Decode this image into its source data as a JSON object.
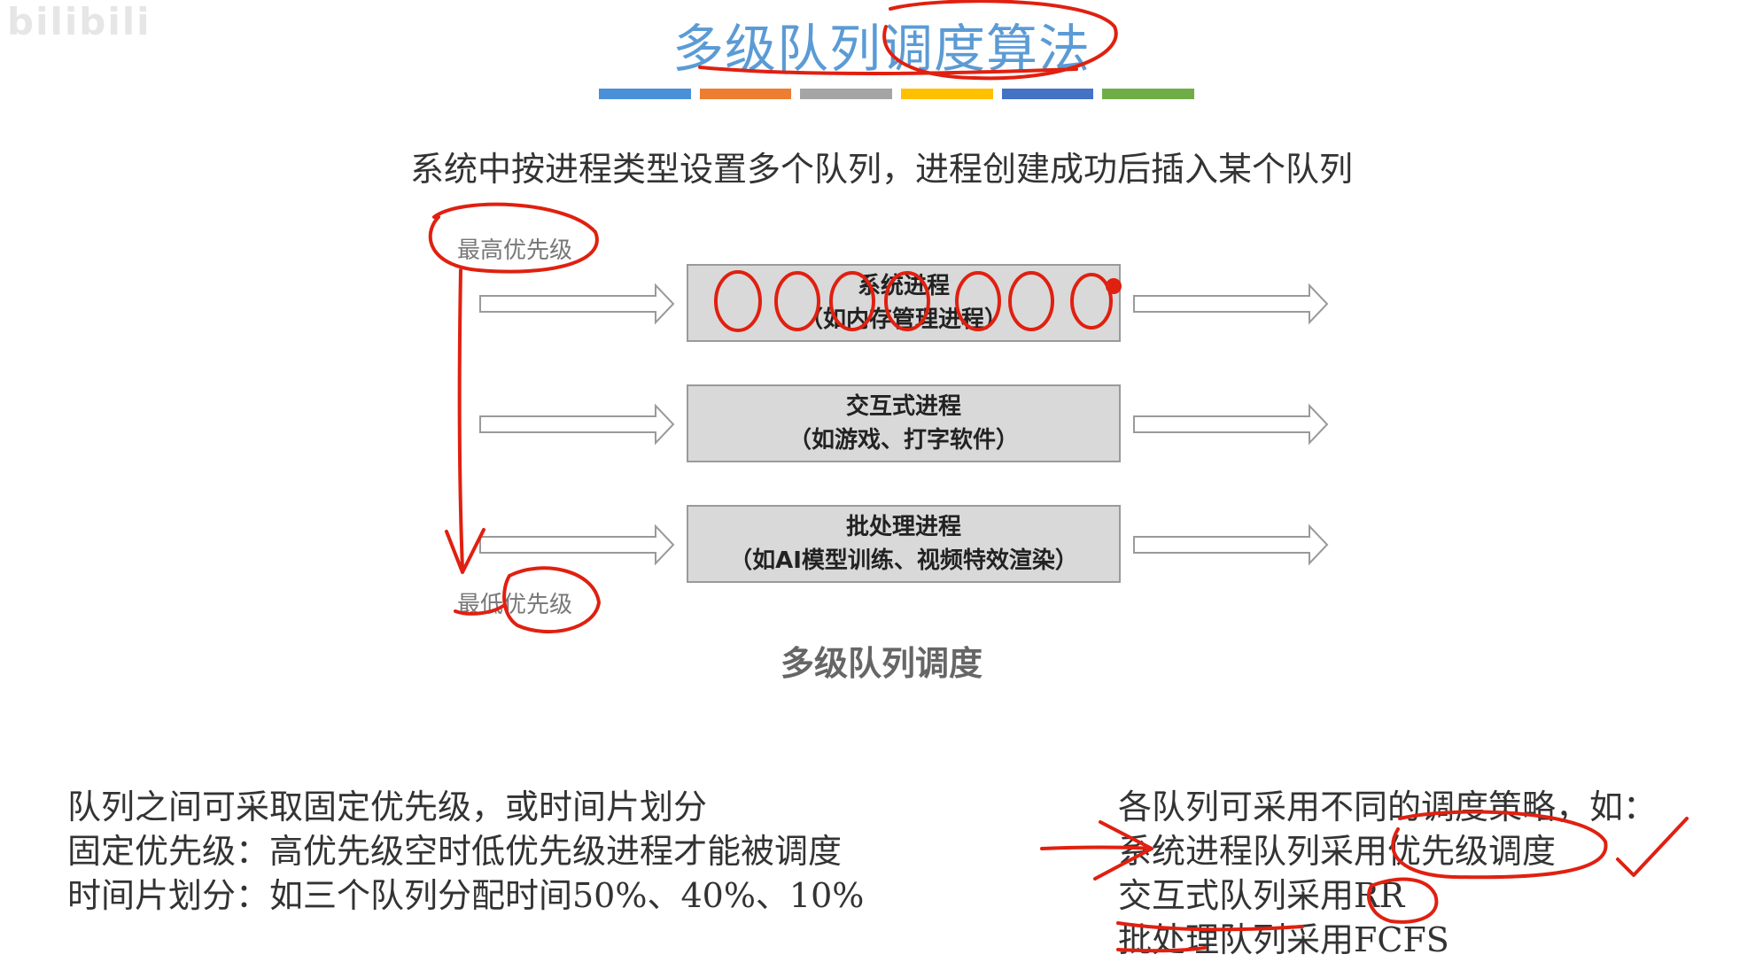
{
  "watermark": "bilibili",
  "title": "多级队列调度算法",
  "color_bar": [
    "#4a90d9",
    "#ed7d31",
    "#a5a5a5",
    "#ffc000",
    "#4472c4",
    "#70ad47"
  ],
  "subtitle": "系统中按进程类型设置多个队列，进程创建成功后插入某个队列",
  "diagram": {
    "highest_priority": "最高优先级",
    "lowest_priority": "最低优先级",
    "queues": [
      {
        "line1": "系统进程",
        "line2": "（如内存管理进程）"
      },
      {
        "line1": "交互式进程",
        "line2": "（如游戏、打字软件）"
      },
      {
        "line1": "批处理进程",
        "line2": "（如AI模型训练、视频特效渲染）"
      }
    ],
    "caption": "多级队列调度"
  },
  "left_notes": [
    "队列之间可采取固定优先级，或时间片划分",
    "固定优先级：高优先级空时低优先级进程才能被调度",
    "时间片划分：如三个队列分配时间50%、40%、10%"
  ],
  "right_notes": [
    "各队列可采用不同的调度策略，如：",
    "系统进程队列采用优先级调度",
    "交互式队列采用RR",
    "批处理队列采用FCFS"
  ],
  "annotation_color": "#e02010"
}
